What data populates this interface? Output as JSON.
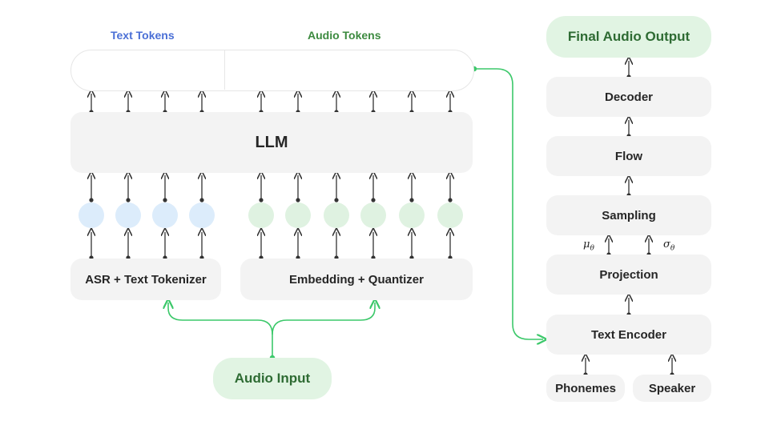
{
  "title_text_tokens": "Text Tokens",
  "title_audio_tokens": "Audio Tokens",
  "llm": "LLM",
  "asr_tokenizer": "ASR + Text Tokenizer",
  "embedding_quantizer": "Embedding + Quantizer",
  "audio_input": "Audio Input",
  "final_output": "Final Audio Output",
  "decoder": "Decoder",
  "flow": "Flow",
  "sampling": "Sampling",
  "projection": "Projection",
  "text_encoder": "Text Encoder",
  "phonemes": "Phonemes",
  "speaker": "Speaker",
  "mu": "μθ",
  "sigma": "σθ",
  "colors": {
    "text_token": "#dcecfb",
    "audio_token": "#dff2e1",
    "text_title": "#4a6fd6",
    "audio_title": "#3c8a3f",
    "connector": "#3cc86a",
    "box": "#f3f3f3"
  }
}
